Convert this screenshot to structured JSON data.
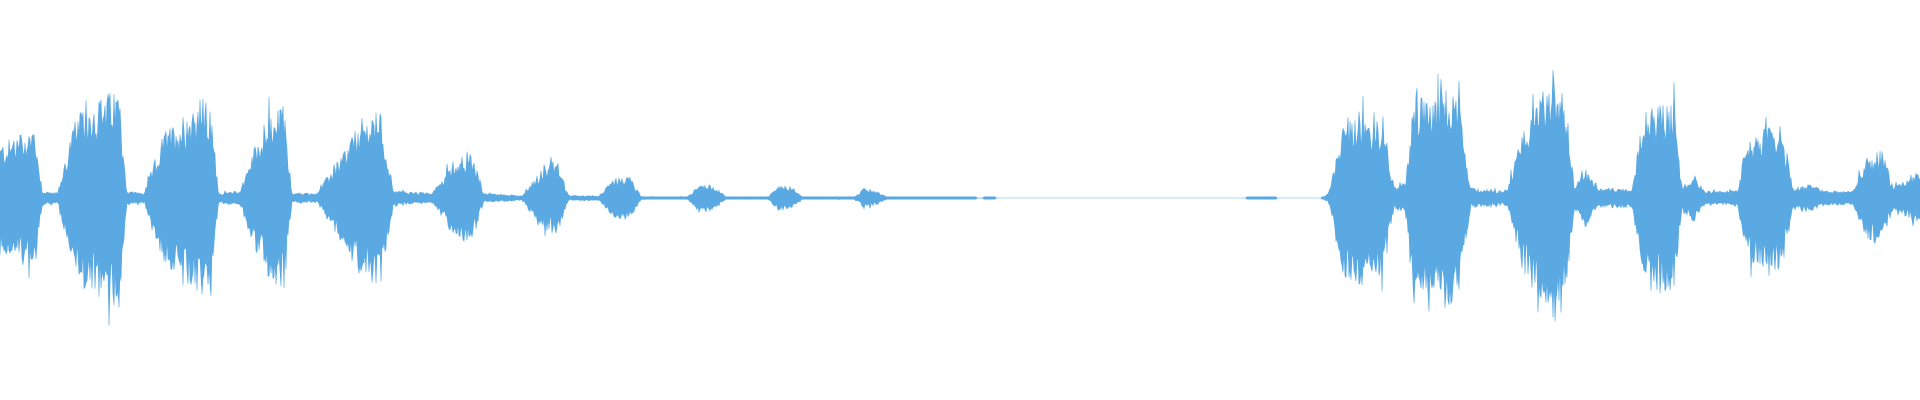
{
  "waveform": {
    "color": "#5aa9e2",
    "background": "#ffffff",
    "peaks": [
      {
        "t": 0.0,
        "a": 0.22
      },
      {
        "t": 0.01,
        "a": 0.26
      },
      {
        "t": 0.018,
        "a": 0.3
      },
      {
        "t": 0.022,
        "a": 0.03
      },
      {
        "t": 0.03,
        "a": 0.02
      },
      {
        "t": 0.038,
        "a": 0.3
      },
      {
        "t": 0.045,
        "a": 0.38
      },
      {
        "t": 0.055,
        "a": 0.42
      },
      {
        "t": 0.062,
        "a": 0.45
      },
      {
        "t": 0.066,
        "a": 0.03
      },
      {
        "t": 0.075,
        "a": 0.02
      },
      {
        "t": 0.085,
        "a": 0.26
      },
      {
        "t": 0.095,
        "a": 0.34
      },
      {
        "t": 0.105,
        "a": 0.42
      },
      {
        "t": 0.11,
        "a": 0.35
      },
      {
        "t": 0.114,
        "a": 0.02
      },
      {
        "t": 0.125,
        "a": 0.03
      },
      {
        "t": 0.132,
        "a": 0.2
      },
      {
        "t": 0.14,
        "a": 0.33
      },
      {
        "t": 0.148,
        "a": 0.38
      },
      {
        "t": 0.152,
        "a": 0.02
      },
      {
        "t": 0.165,
        "a": 0.02
      },
      {
        "t": 0.178,
        "a": 0.18
      },
      {
        "t": 0.188,
        "a": 0.32
      },
      {
        "t": 0.198,
        "a": 0.36
      },
      {
        "t": 0.205,
        "a": 0.03
      },
      {
        "t": 0.225,
        "a": 0.02
      },
      {
        "t": 0.235,
        "a": 0.14
      },
      {
        "t": 0.245,
        "a": 0.2
      },
      {
        "t": 0.252,
        "a": 0.02
      },
      {
        "t": 0.272,
        "a": 0.01
      },
      {
        "t": 0.282,
        "a": 0.12
      },
      {
        "t": 0.29,
        "a": 0.16
      },
      {
        "t": 0.296,
        "a": 0.01
      },
      {
        "t": 0.312,
        "a": 0.01
      },
      {
        "t": 0.32,
        "a": 0.08
      },
      {
        "t": 0.328,
        "a": 0.09
      },
      {
        "t": 0.334,
        "a": 0.005
      },
      {
        "t": 0.358,
        "a": 0.005
      },
      {
        "t": 0.365,
        "a": 0.06
      },
      {
        "t": 0.372,
        "a": 0.05
      },
      {
        "t": 0.378,
        "a": 0.005
      },
      {
        "t": 0.4,
        "a": 0.005
      },
      {
        "t": 0.405,
        "a": 0.05
      },
      {
        "t": 0.412,
        "a": 0.05
      },
      {
        "t": 0.418,
        "a": 0.005
      },
      {
        "t": 0.445,
        "a": 0.005
      },
      {
        "t": 0.45,
        "a": 0.04
      },
      {
        "t": 0.456,
        "a": 0.03
      },
      {
        "t": 0.462,
        "a": 0.004
      },
      {
        "t": 0.505,
        "a": 0.003
      },
      {
        "t": 0.51,
        "a": 0.0
      },
      {
        "t": 0.516,
        "a": 0.003
      },
      {
        "t": 0.52,
        "a": 0.0
      },
      {
        "t": 0.648,
        "a": 0.0
      },
      {
        "t": 0.652,
        "a": 0.003
      },
      {
        "t": 0.662,
        "a": 0.003
      },
      {
        "t": 0.666,
        "a": 0.0
      },
      {
        "t": 0.688,
        "a": 0.0
      },
      {
        "t": 0.692,
        "a": 0.02
      },
      {
        "t": 0.7,
        "a": 0.32
      },
      {
        "t": 0.71,
        "a": 0.36
      },
      {
        "t": 0.72,
        "a": 0.34
      },
      {
        "t": 0.726,
        "a": 0.05
      },
      {
        "t": 0.732,
        "a": 0.06
      },
      {
        "t": 0.737,
        "a": 0.48
      },
      {
        "t": 0.745,
        "a": 0.38
      },
      {
        "t": 0.754,
        "a": 0.46
      },
      {
        "t": 0.76,
        "a": 0.38
      },
      {
        "t": 0.766,
        "a": 0.04
      },
      {
        "t": 0.785,
        "a": 0.03
      },
      {
        "t": 0.793,
        "a": 0.3
      },
      {
        "t": 0.8,
        "a": 0.38
      },
      {
        "t": 0.81,
        "a": 0.52
      },
      {
        "t": 0.816,
        "a": 0.36
      },
      {
        "t": 0.82,
        "a": 0.05
      },
      {
        "t": 0.826,
        "a": 0.12
      },
      {
        "t": 0.832,
        "a": 0.04
      },
      {
        "t": 0.85,
        "a": 0.04
      },
      {
        "t": 0.855,
        "a": 0.34
      },
      {
        "t": 0.862,
        "a": 0.4
      },
      {
        "t": 0.872,
        "a": 0.38
      },
      {
        "t": 0.876,
        "a": 0.05
      },
      {
        "t": 0.882,
        "a": 0.1
      },
      {
        "t": 0.888,
        "a": 0.03
      },
      {
        "t": 0.905,
        "a": 0.03
      },
      {
        "t": 0.91,
        "a": 0.26
      },
      {
        "t": 0.918,
        "a": 0.28
      },
      {
        "t": 0.928,
        "a": 0.3
      },
      {
        "t": 0.934,
        "a": 0.04
      },
      {
        "t": 0.942,
        "a": 0.06
      },
      {
        "t": 0.95,
        "a": 0.03
      },
      {
        "t": 0.965,
        "a": 0.03
      },
      {
        "t": 0.972,
        "a": 0.16
      },
      {
        "t": 0.98,
        "a": 0.2
      },
      {
        "t": 0.986,
        "a": 0.05
      },
      {
        "t": 0.994,
        "a": 0.08
      },
      {
        "t": 1.0,
        "a": 0.12
      }
    ]
  }
}
